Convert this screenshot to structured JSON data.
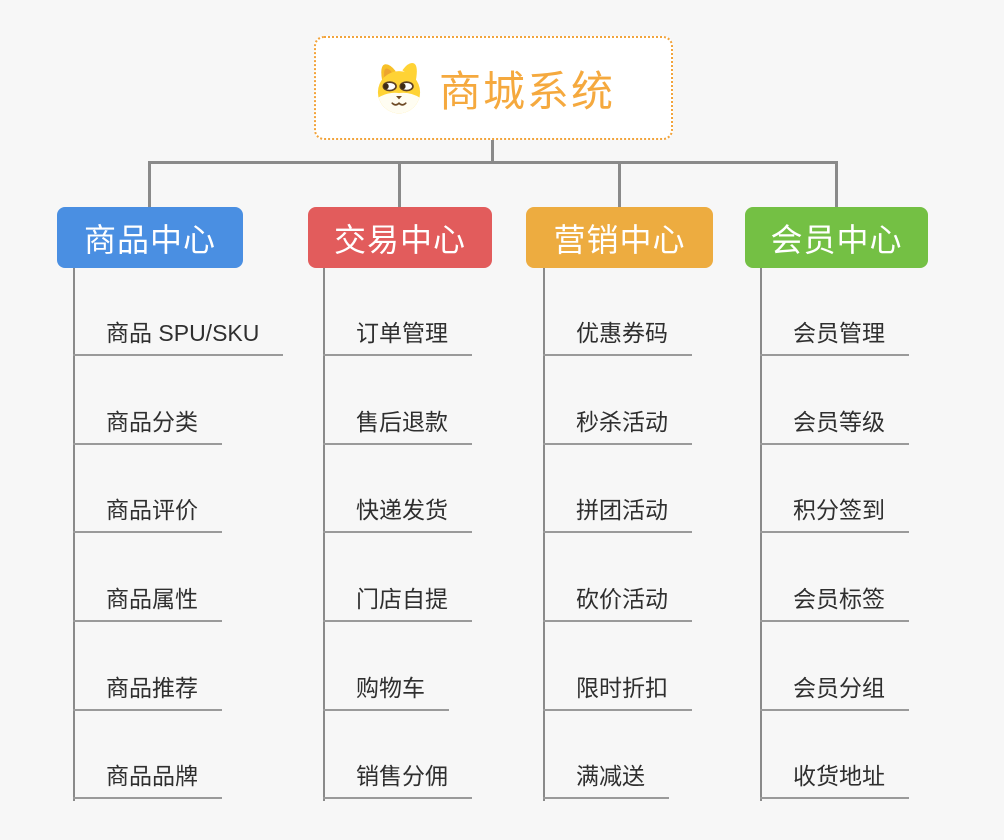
{
  "root": {
    "title": "商城系统",
    "icon": "shiba-dog-icon",
    "border_color": "#f2a43c",
    "text_color": "#f5a93e"
  },
  "branches": [
    {
      "label": "商品中心",
      "color": "#4a8fe2",
      "items": [
        "商品 SPU/SKU",
        "商品分类",
        "商品评价",
        "商品属性",
        "商品推荐",
        "商品品牌"
      ]
    },
    {
      "label": "交易中心",
      "color": "#e25c5c",
      "items": [
        "订单管理",
        "售后退款",
        "快递发货",
        "门店自提",
        "购物车",
        "销售分佣"
      ]
    },
    {
      "label": "营销中心",
      "color": "#edac40",
      "items": [
        "优惠券码",
        "秒杀活动",
        "拼团活动",
        "砍价活动",
        "限时折扣",
        "满减送"
      ]
    },
    {
      "label": "会员中心",
      "color": "#74c044",
      "items": [
        "会员管理",
        "会员等级",
        "积分签到",
        "会员标签",
        "会员分组",
        "收货地址"
      ]
    }
  ],
  "colors": {
    "background": "#f7f7f7",
    "connector": "#8a8a8a",
    "underline": "#9a9a9a",
    "item_text": "#2f2f2f"
  }
}
